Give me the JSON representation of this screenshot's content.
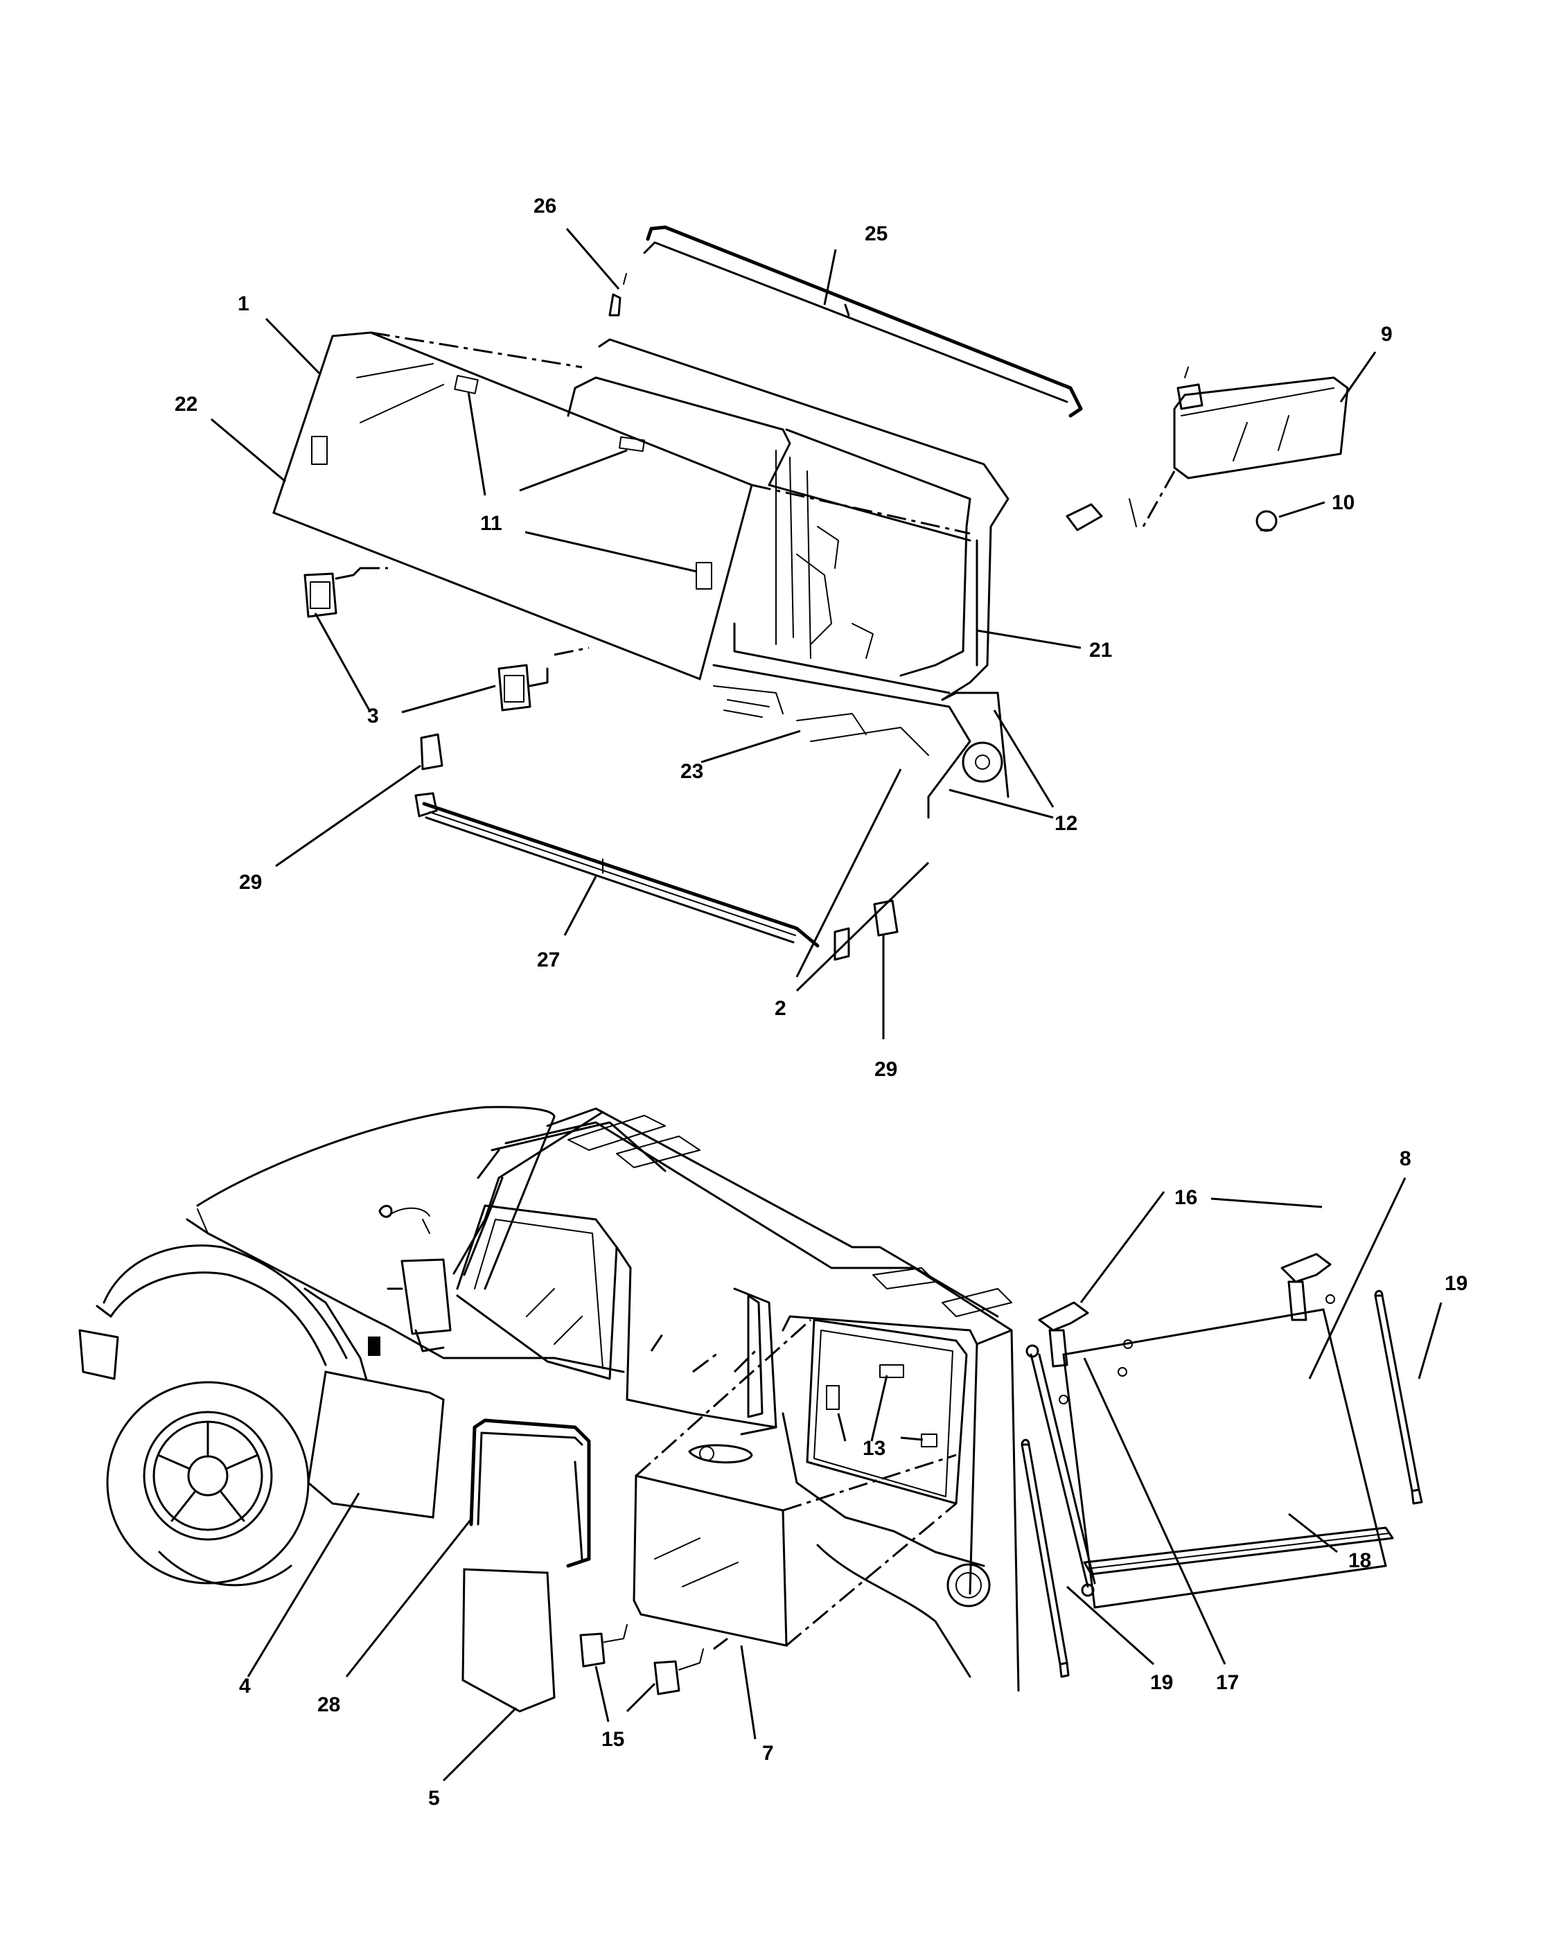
{
  "diagram": {
    "callouts": [
      {
        "id": "c1",
        "label": "1"
      },
      {
        "id": "c2",
        "label": "2"
      },
      {
        "id": "c3",
        "label": "3"
      },
      {
        "id": "c4",
        "label": "4"
      },
      {
        "id": "c5",
        "label": "5"
      },
      {
        "id": "c7",
        "label": "7"
      },
      {
        "id": "c8",
        "label": "8"
      },
      {
        "id": "c9",
        "label": "9"
      },
      {
        "id": "c10",
        "label": "10"
      },
      {
        "id": "c11",
        "label": "11"
      },
      {
        "id": "c12",
        "label": "12"
      },
      {
        "id": "c13",
        "label": "13"
      },
      {
        "id": "c15",
        "label": "15"
      },
      {
        "id": "c16",
        "label": "16"
      },
      {
        "id": "c17",
        "label": "17"
      },
      {
        "id": "c18",
        "label": "18"
      },
      {
        "id": "c19a",
        "label": "19"
      },
      {
        "id": "c19b",
        "label": "19"
      },
      {
        "id": "c21",
        "label": "21"
      },
      {
        "id": "c22",
        "label": "22"
      },
      {
        "id": "c23",
        "label": "23"
      },
      {
        "id": "c25",
        "label": "25"
      },
      {
        "id": "c26",
        "label": "26"
      },
      {
        "id": "c27",
        "label": "27"
      },
      {
        "id": "c28",
        "label": "28"
      },
      {
        "id": "c29a",
        "label": "29"
      },
      {
        "id": "c29b",
        "label": "29"
      }
    ]
  }
}
